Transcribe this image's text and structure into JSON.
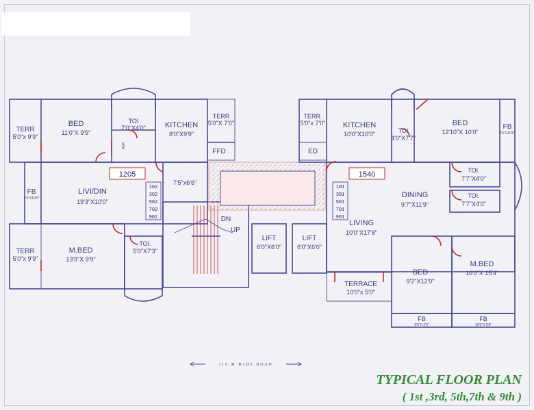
{
  "title": {
    "main": "TYPICAL FLOOR PLAN",
    "floors": "( 1st ,3rd, 5th,7th & 9th )"
  },
  "road": "110 M WIDE ROAD",
  "flat_numbers": {
    "left": "1205",
    "right": "1540",
    "left_list": [
      "102",
      "302",
      "502",
      "702",
      "902"
    ],
    "right_list": [
      "101",
      "301",
      "501",
      "701",
      "901"
    ]
  },
  "rooms": {
    "left_terr_top": {
      "name": "TERR",
      "size": "5'0\"x 9'9\""
    },
    "left_bed": {
      "name": "BED",
      "size": "11'0\"X 9'9\""
    },
    "left_toi_top": {
      "name": "TOI",
      "size": "7'0\"X4'0\""
    },
    "left_kitchen": {
      "name": "KITCHEN",
      "size": "8'0\"X9'9\""
    },
    "left_terr_kitchen": {
      "name": "TERR",
      "size": "5'0\"X 7'0\""
    },
    "ffd": "FFD",
    "left_fb": {
      "name": "FB",
      "size": "2'6\"X10'0\""
    },
    "left_livi": {
      "name": "LIVI/DIN",
      "size": "19'3\"X10'0\""
    },
    "stair_landing": {
      "size": "7'5\"x6'6\""
    },
    "dn": "DN",
    "up": "UP",
    "left_terr_bottom": {
      "name": "TERR",
      "size": "5'0\"x 9'9\""
    },
    "left_mbed": {
      "name": "M.BED",
      "size": "13'9\"X 9'9\""
    },
    "left_toi_bottom": {
      "name": "TOI.",
      "size": "5'0\"X7'3\""
    },
    "lift1": {
      "name": "LIFT",
      "size": "6'0\"X6'0\""
    },
    "lift2": {
      "name": "LIFT",
      "size": "6'0\"X6'0\""
    },
    "ed": "ED",
    "right_terr_top": {
      "name": "TERR.",
      "size": "5'0\"x 7'0\""
    },
    "right_kitchen": {
      "name": "KITCHEN",
      "size": "10'0\"X10'0\""
    },
    "right_toi_top": {
      "name": "TOI",
      "size": "4'0\"X7'7\""
    },
    "right_bed_top": {
      "name": "BED",
      "size": "12'10\"X 10'0\""
    },
    "right_fb_side": {
      "name": "FB",
      "size": "2'6\"X10'0\""
    },
    "right_toi_mid1": {
      "name": "TOI.",
      "size": "7'7\"X4'0\""
    },
    "right_toi_mid2": {
      "name": "TOI.",
      "size": "7'7\"X4'0\""
    },
    "right_dining": {
      "name": "DINING",
      "size": "9'7\"X11'9\""
    },
    "right_living": {
      "name": "LIVING",
      "size": "10'0\"X17'8\""
    },
    "right_terrace": {
      "name": "TERRACE",
      "size": "10'0\"x 5'0\""
    },
    "right_bed_bottom": {
      "name": "BED",
      "size": "9'2\"X12'0\""
    },
    "right_mbed": {
      "name": "M.BED",
      "size": "10'0\"X 15'4\""
    },
    "right_fb_bottom1": {
      "name": "FB",
      "size": "9'0\"X 2'6\""
    },
    "right_fb_bottom2": {
      "name": "FB",
      "size": "10'0\"X 2'6\""
    },
    "wm": "W.M"
  },
  "colors": {
    "wall": "#4a4a96",
    "hatch": "#d9a6a6",
    "door": "#c32a2a",
    "title": "#3a8a3a",
    "background": "#f1f1f6"
  }
}
